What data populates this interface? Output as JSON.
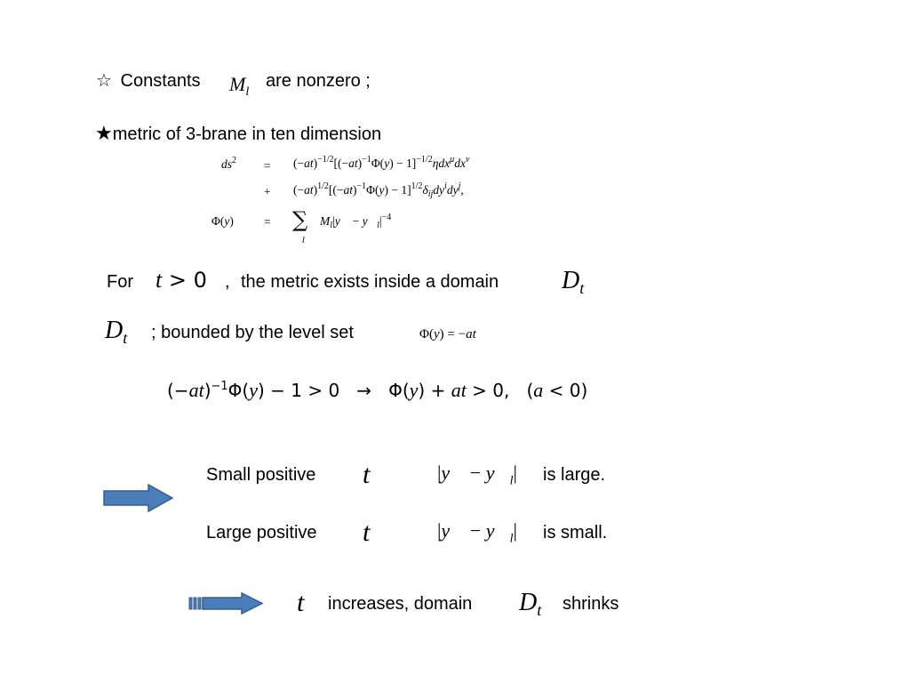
{
  "line1": {
    "star": "☆",
    "prefix": "Constants",
    "symbol": "M",
    "symbol_sub": "l",
    "suffix": "are nonzero ;"
  },
  "line2": {
    "star": "★",
    "text": "metric of 3-brane in ten dimension"
  },
  "equations": {
    "row1": {
      "lhs": "ds",
      "lhs_sup": "2",
      "op": "=",
      "rhs": "(−at)^(−1/2)[(−at)^(−1)Φ(y) − 1]^(−1/2) η dx^μ dx^ν"
    },
    "row2": {
      "op": "+",
      "rhs": "(−at)^(1/2)[(−at)^(−1)Φ(y) − 1]^(1/2) δ_ij dy^i dy^j,"
    },
    "row3": {
      "lhs": "Φ(y)",
      "op": "=",
      "sum": "∑",
      "sum_index": "l",
      "rhs": "M_l |y⃗ − y⃗_l|^(−4)"
    }
  },
  "line3": {
    "prefix": "For",
    "condition": "t > 0",
    "comma": ",",
    "text": "the metric exists inside a domain",
    "domain": "D",
    "domain_sub": "t"
  },
  "line4": {
    "domain": "D",
    "domain_sub": "t",
    "text": "; bounded by the level set",
    "level_set": "Φ(y) = −at"
  },
  "inequality": "(−at)^(−1)Φ(y) − 1 > 0  →  Φ(y) + at > 0,  (a < 0)",
  "row_small": {
    "label": "Small positive",
    "var": "t",
    "expr": "|y⃗ − y⃗_l|",
    "result": "is large."
  },
  "row_large": {
    "label": "Large positive",
    "var": "t",
    "expr": "|y⃗ − y⃗_l|",
    "result": "is small."
  },
  "conclusion": {
    "var": "t",
    "text1": "increases,  domain",
    "domain": "D",
    "domain_sub": "t",
    "text2": "shrinks"
  },
  "colors": {
    "arrow_fill": "#4a7ebb",
    "arrow_stroke": "#385d8a"
  }
}
